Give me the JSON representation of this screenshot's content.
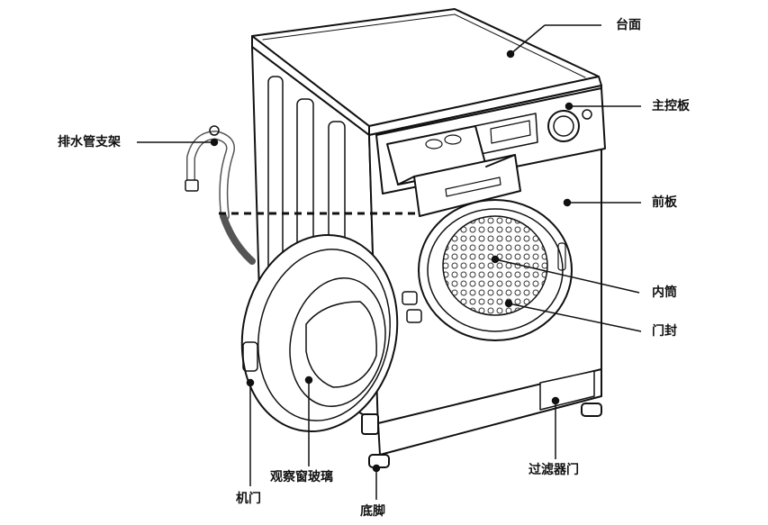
{
  "diagram": {
    "labels": {
      "top_cover": "台面",
      "main_control": "主控板",
      "inlet_hose_bracket": "排水管支架",
      "front_panel": "前板",
      "inner_drum": "内筒",
      "door_seal": "门封",
      "door": "机门",
      "observation_window": "观察窗玻璃",
      "bottom_feet": "底脚",
      "filter_door": "过滤器门"
    }
  }
}
